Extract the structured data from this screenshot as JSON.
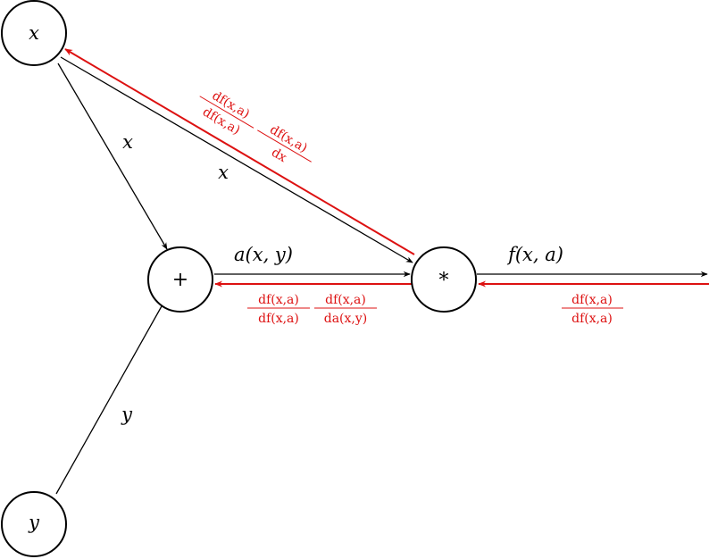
{
  "colors": {
    "forward": "#000000",
    "backward": "#dd1111"
  },
  "nodes": {
    "x": "x",
    "y": "y",
    "plus": "+",
    "times": "*"
  },
  "forward_labels": {
    "x_to_plus": "x",
    "x_to_times": "x",
    "y_to_plus": "y",
    "a": "a(x, y)",
    "f": "f(x, a)"
  },
  "backward_labels": {
    "out": {
      "num": "df(x,a)",
      "den": "df(x,a)"
    },
    "to_plus": {
      "term1": {
        "num": "df(x,a)",
        "den": "df(x,a)"
      },
      "term2": {
        "num": "df(x,a)",
        "den": "da(x,y)"
      }
    },
    "to_x": {
      "term1": {
        "num": "df(x,a)",
        "den": "df(x,a)"
      },
      "term2": {
        "num": "df(x,a)",
        "den": "dx"
      }
    }
  }
}
